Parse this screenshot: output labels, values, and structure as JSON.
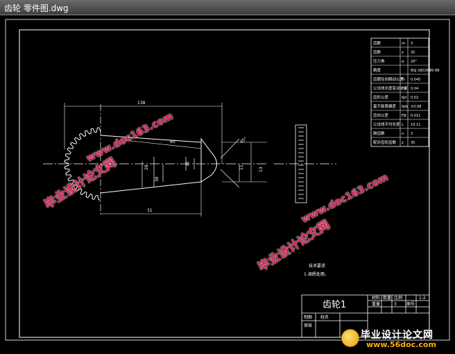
{
  "window": {
    "title": "齿轮 零件图.dwg"
  },
  "param_table": {
    "rows": [
      {
        "name": "齿数",
        "symbol": "m",
        "value": "3"
      },
      {
        "name": "齿数",
        "symbol": "z",
        "value": "35"
      },
      {
        "name": "压力角",
        "symbol": "α",
        "value": "20°"
      },
      {
        "name": "精度",
        "symbol": "",
        "value": "8GJ GB10095-88"
      },
      {
        "name": "齿圈径向跳动公差",
        "symbol": "Fr",
        "value": "0.045"
      },
      {
        "name": "公法线长度变动公差",
        "symbol": "Fw",
        "value": "0.04"
      },
      {
        "name": "齿形公差",
        "symbol": "fpt",
        "value": "0.02"
      },
      {
        "name": "基节极限偏差",
        "symbol": "fpb",
        "value": "±0.08"
      },
      {
        "name": "齿向公差",
        "symbol": "Fβ",
        "value": "0.011"
      },
      {
        "name": "公法线平均长度",
        "symbol": "L",
        "value": "19.11"
      },
      {
        "name": "跨齿数",
        "symbol": "n",
        "value": "3"
      },
      {
        "name": "配对齿轮齿数",
        "symbol": "z",
        "value": "35"
      }
    ]
  },
  "dimensions": {
    "overall": "138",
    "d1": "60",
    "d2": "28",
    "d3": "31",
    "d4": "11",
    "d5": "13",
    "d6": "38",
    "d7": "35",
    "chamfer": "45°"
  },
  "tech_note": {
    "title": "技术要求",
    "line1": "1.调质处理。"
  },
  "title_block": {
    "part_name": "齿轮1",
    "h_material": "材料",
    "h_qty": "数量",
    "h_scale": "比例",
    "scale": "1:2",
    "h_drawing_no": "图号",
    "qty": "3",
    "h_weight": "重量",
    "drawn": "制图",
    "drawn_by": "姓名",
    "checked": "审核"
  },
  "watermarks": {
    "cn": "毕业设计论文网",
    "url": "www.doc163.com"
  },
  "brand": {
    "cn": "毕业设计论文网",
    "url": "www.56doc.com"
  }
}
